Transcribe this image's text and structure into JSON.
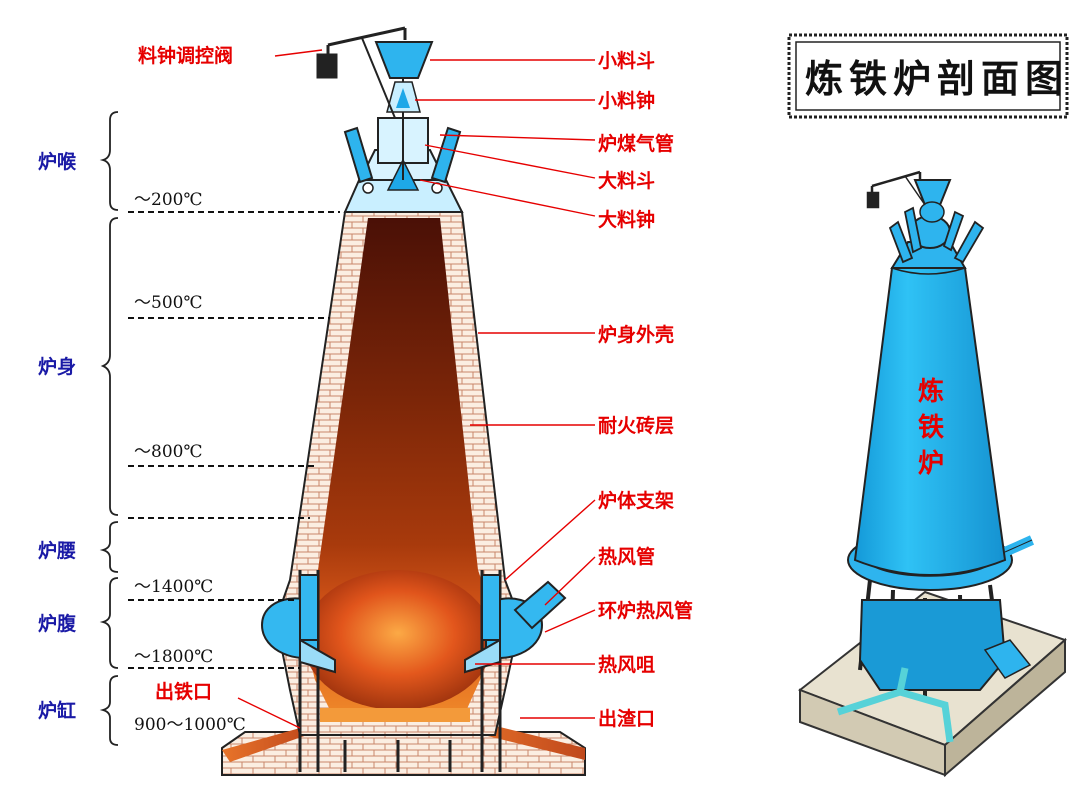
{
  "title": "炼铁炉剖面图",
  "side_label": [
    "炼",
    "铁",
    "炉"
  ],
  "right_labels": [
    {
      "text": "小料斗"
    },
    {
      "text": "小料钟"
    },
    {
      "text": "炉煤气管"
    },
    {
      "text": "大料斗"
    },
    {
      "text": "大料钟"
    },
    {
      "text": "炉身外壳"
    },
    {
      "text": "耐火砖层"
    },
    {
      "text": "炉体支架"
    },
    {
      "text": "热风管"
    },
    {
      "text": "环炉热风管"
    },
    {
      "text": "热风咀"
    },
    {
      "text": "出渣口"
    }
  ],
  "top_label": "料钟调控阀",
  "tap_label": "出铁口",
  "zones": [
    {
      "text": "炉喉"
    },
    {
      "text": "炉身"
    },
    {
      "text": "炉腰"
    },
    {
      "text": "炉腹"
    },
    {
      "text": "炉缸"
    }
  ],
  "temperatures": [
    {
      "text": "～200℃"
    },
    {
      "text": "～500℃"
    },
    {
      "text": "～800℃"
    },
    {
      "text": "～1400℃"
    },
    {
      "text": "～1800℃"
    },
    {
      "text": "900～1000℃"
    }
  ],
  "colors": {
    "label_red": "#e60000",
    "label_blue": "#1a1aa6",
    "furnace_cyan": "#1ab0ee"
  }
}
